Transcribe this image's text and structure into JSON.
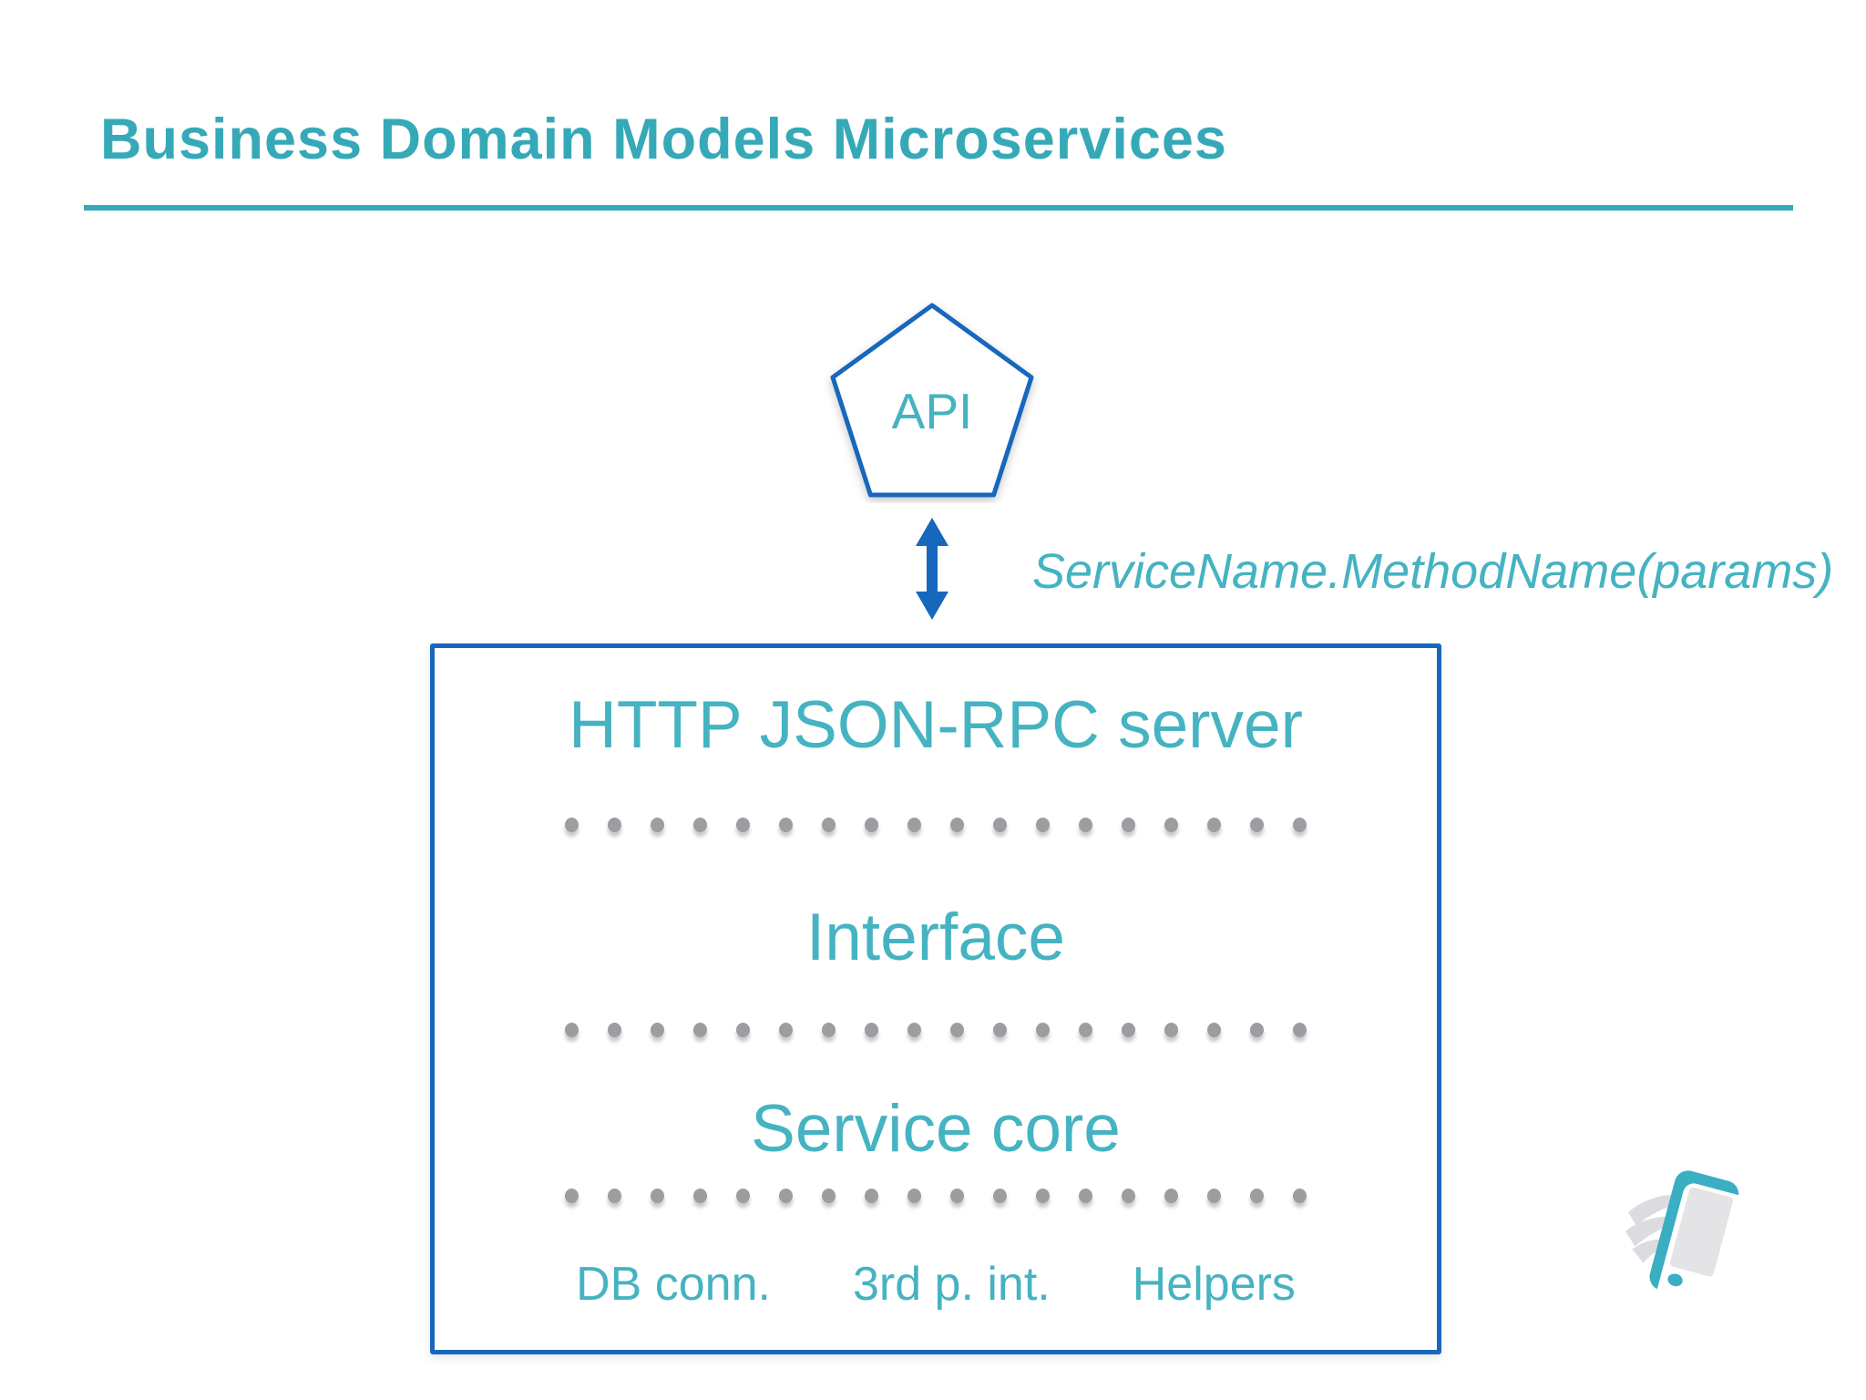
{
  "slide": {
    "title": "Business Domain Models Microservices",
    "api_node": {
      "label": "API"
    },
    "call_annotation": "ServiceName.MethodName(params)",
    "service_box": {
      "layers": [
        {
          "label": "HTTP JSON-RPC server"
        },
        {
          "label": "Interface"
        },
        {
          "label": "Service core"
        }
      ],
      "components": [
        {
          "label": "DB conn."
        },
        {
          "label": "3rd p. int."
        },
        {
          "label": "Helpers"
        }
      ],
      "separator_dot_count": 18
    },
    "logo": {
      "name": "winged-phone-logo"
    },
    "colors": {
      "accent_teal": "#36a9b8",
      "body_teal": "#45b3c1",
      "primary_blue": "#1767bd",
      "dot_gray": "#9d9da1"
    }
  }
}
